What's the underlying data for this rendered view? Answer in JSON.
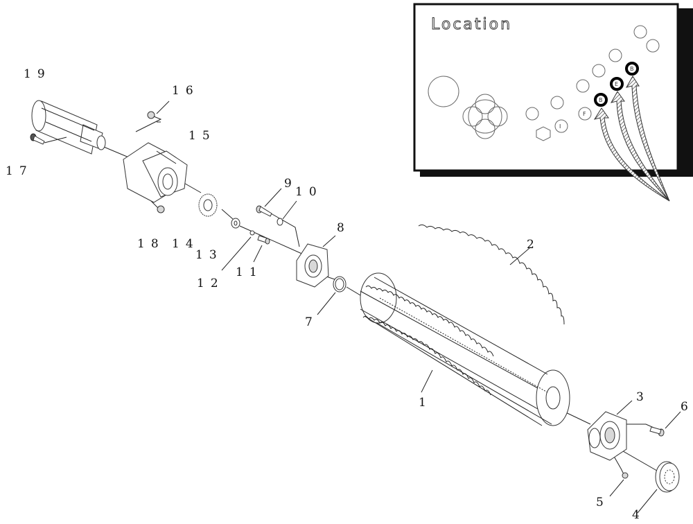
{
  "location_panel": {
    "title": "Location",
    "keys": [
      "B",
      "E",
      "F",
      "I"
    ]
  },
  "part_labels": {
    "p1": "1",
    "p2": "2",
    "p3": "3",
    "p4": "4",
    "p5": "5",
    "p6": "6",
    "p7": "7",
    "p8": "8",
    "p9": "9",
    "p10": "10",
    "p11": "11",
    "p12": "12",
    "p13": "13",
    "p14": "14",
    "p15": "15",
    "p16": "16",
    "p17": "17",
    "p18": "18",
    "p19": "19"
  }
}
